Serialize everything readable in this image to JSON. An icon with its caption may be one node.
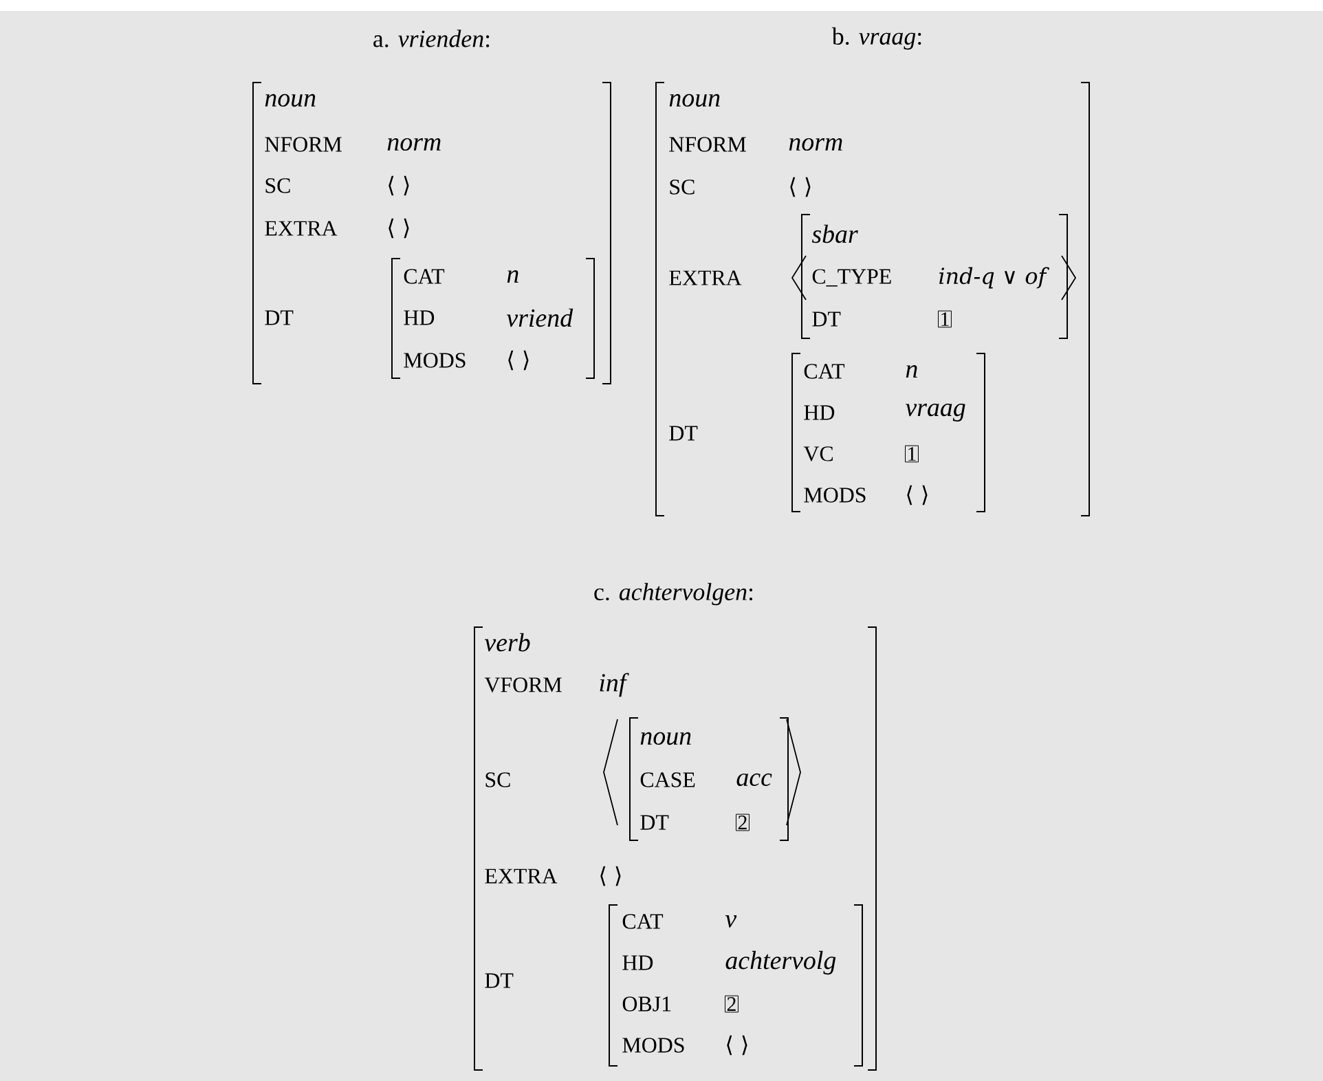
{
  "diagram": {
    "nodes": [
      {
        "text": [
          "a. *vrienden*:",
          "noun",
          "NFORM",
          "norm",
          "SC",
          "⟨ ⟩",
          "EXTRA",
          "⟨ ⟩",
          "DT"
        ]
      },
      {
        "text": [
          "CAT",
          "n",
          "HD",
          "vriend",
          "MODS",
          "⟨ ⟩"
        ],
        "in": 0
      },
      {
        "text": [
          "b. *vraag*:",
          "noun",
          "NFORM",
          "norm",
          "SC",
          "⟨ ⟩",
          "EXTRA",
          "DT"
        ]
      },
      {
        "text": [
          "sbar",
          "C_TYPE",
          "ind-q ∨ of",
          "DT",
          "1"
        ],
        "in": 2
      },
      {
        "text": [
          "CAT",
          "n",
          "HD",
          "vraag",
          "VC",
          "1",
          "MODS",
          "⟨ ⟩"
        ],
        "in": 2
      },
      {
        "text": [
          "c. *achtervolgen*:",
          "verb",
          "VFORM",
          "inf",
          "SC",
          "EXTRA",
          "⟨ ⟩",
          "DT"
        ]
      },
      {
        "text": [
          "noun",
          "CASE",
          "acc",
          "DT",
          "2"
        ],
        "in": 5
      },
      {
        "text": [
          "CAT",
          "v",
          "HD",
          "achtervolg",
          "OBJ1",
          "2",
          "MODS",
          "⟨ ⟩"
        ],
        "in": 5
      }
    ]
  }
}
